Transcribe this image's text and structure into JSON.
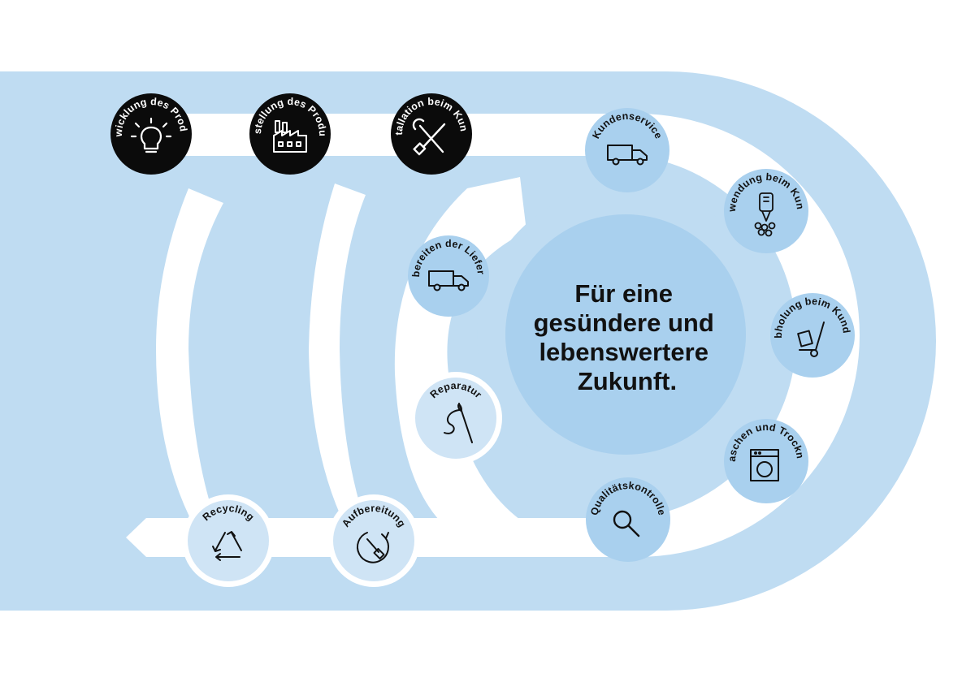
{
  "center": {
    "lines": [
      "Für eine",
      "gesündere und",
      "lebenswertere",
      "Zukunft."
    ]
  },
  "colors": {
    "background": "#ffffff",
    "band": "#bfdcf2",
    "path": "#ffffff",
    "node_light": "#a9d0ee",
    "node_pale": "#cfe4f5",
    "node_dark": "#0b0b0b",
    "center_circle": "#a9d0ee",
    "ink": "#111111"
  },
  "nodes": [
    {
      "id": "entwicklung",
      "label": "Entwicklung des Produkts",
      "icon": "lightbulb-icon",
      "style": "dark"
    },
    {
      "id": "herstellung",
      "label": "Herstellung des Produkts",
      "icon": "factory-icon",
      "style": "dark"
    },
    {
      "id": "installation",
      "label": "Installation beim Kunden",
      "icon": "tools-icon",
      "style": "dark"
    },
    {
      "id": "kundenservice",
      "label": "Kundenservice",
      "icon": "truck-icon",
      "style": "light"
    },
    {
      "id": "verwendung",
      "label": "Verwendung beim Kunden",
      "icon": "washing-nozzle-icon",
      "style": "light"
    },
    {
      "id": "abholung",
      "label": "Abholung beim Kunden",
      "icon": "hand-truck-icon",
      "style": "light"
    },
    {
      "id": "waschen",
      "label": "Waschen und Trocknen",
      "icon": "washing-machine-icon",
      "style": "light"
    },
    {
      "id": "qualitaet",
      "label": "Qualitätskontrolle",
      "icon": "magnifier-icon",
      "style": "light"
    },
    {
      "id": "reparatur",
      "label": "Reparatur",
      "icon": "needle-thread-icon",
      "style": "pale"
    },
    {
      "id": "vorbereiten",
      "label": "Vorbereiten der Lieferung",
      "icon": "truck-icon",
      "style": "light"
    },
    {
      "id": "aufbereitung",
      "label": "Aufbereitung",
      "icon": "screwdriver-cycle-icon",
      "style": "pale"
    },
    {
      "id": "recycling",
      "label": "Recycling",
      "icon": "recycle-icon",
      "style": "pale"
    }
  ]
}
